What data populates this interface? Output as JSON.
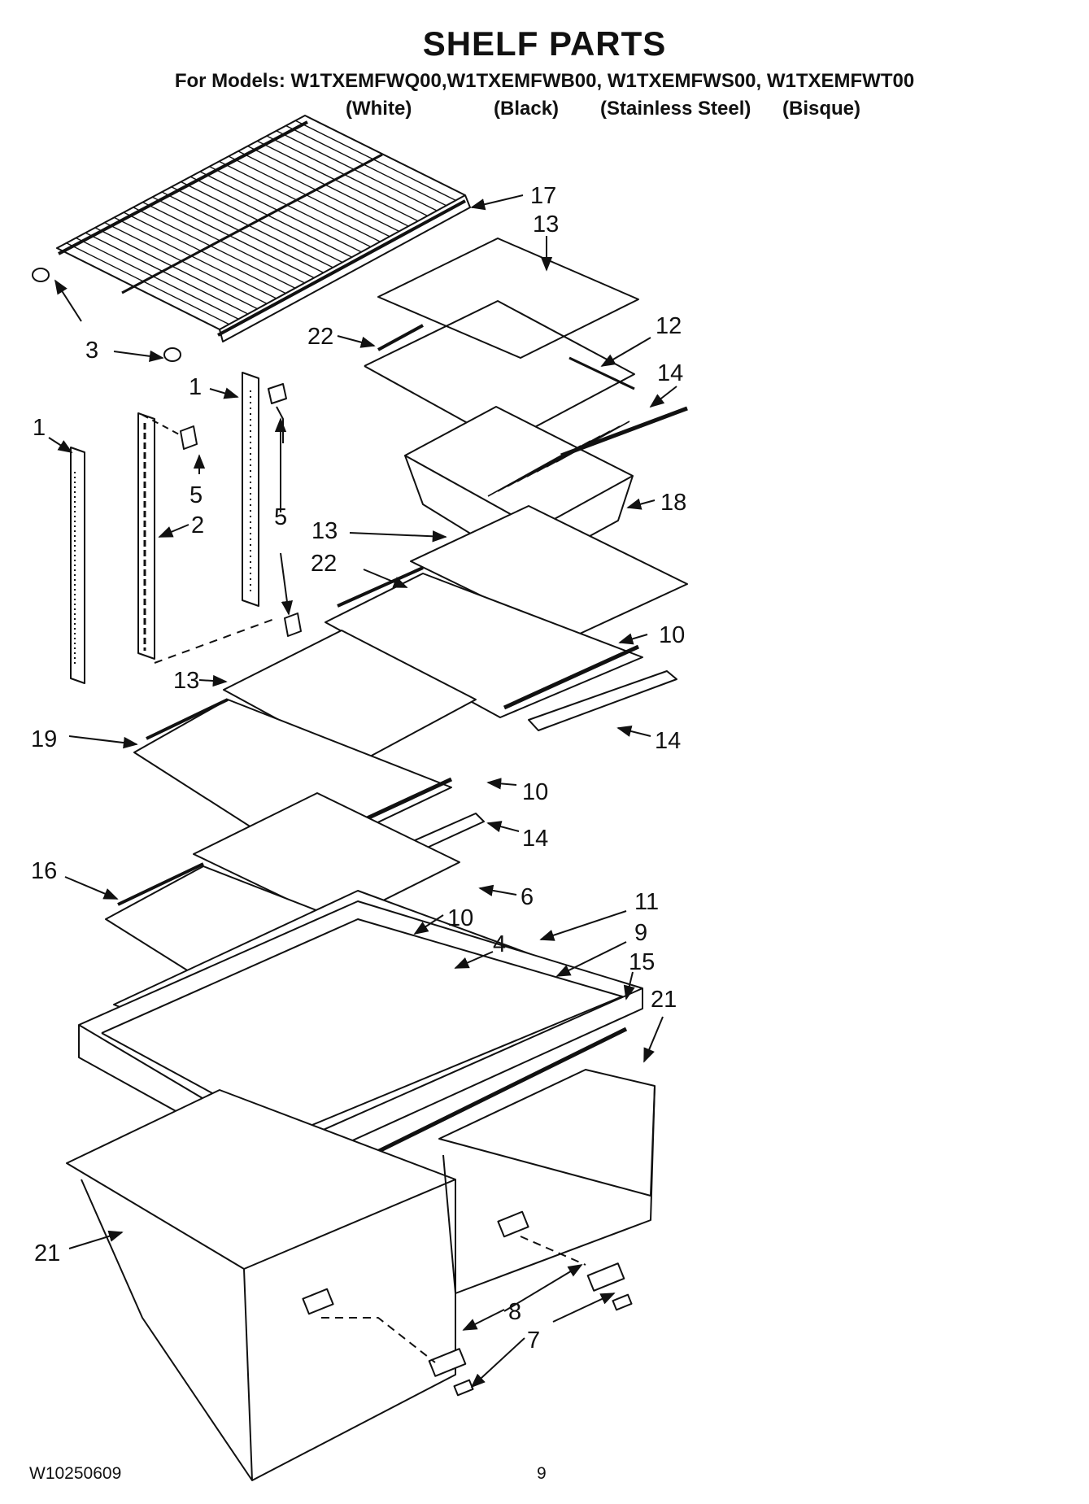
{
  "header": {
    "title": "SHELF PARTS",
    "models": "For Models: W1TXEMFWQ00,W1TXEMFWB00, W1TXEMFWS00, W1TXEMFWT00",
    "finishes": [
      "(White)",
      "(Black)",
      "(Stainless Steel)",
      "(Bisque)"
    ]
  },
  "callouts": [
    "17",
    "13",
    "3",
    "3",
    "22",
    "12",
    "14",
    "1",
    "1",
    "5",
    "5",
    "2",
    "18",
    "13",
    "22",
    "10",
    "13",
    "19",
    "14",
    "10",
    "14",
    "16",
    "6",
    "10",
    "11",
    "4",
    "9",
    "15",
    "21",
    "21",
    "8",
    "7"
  ],
  "footer": {
    "doc_number": "W10250609",
    "page": "9"
  }
}
